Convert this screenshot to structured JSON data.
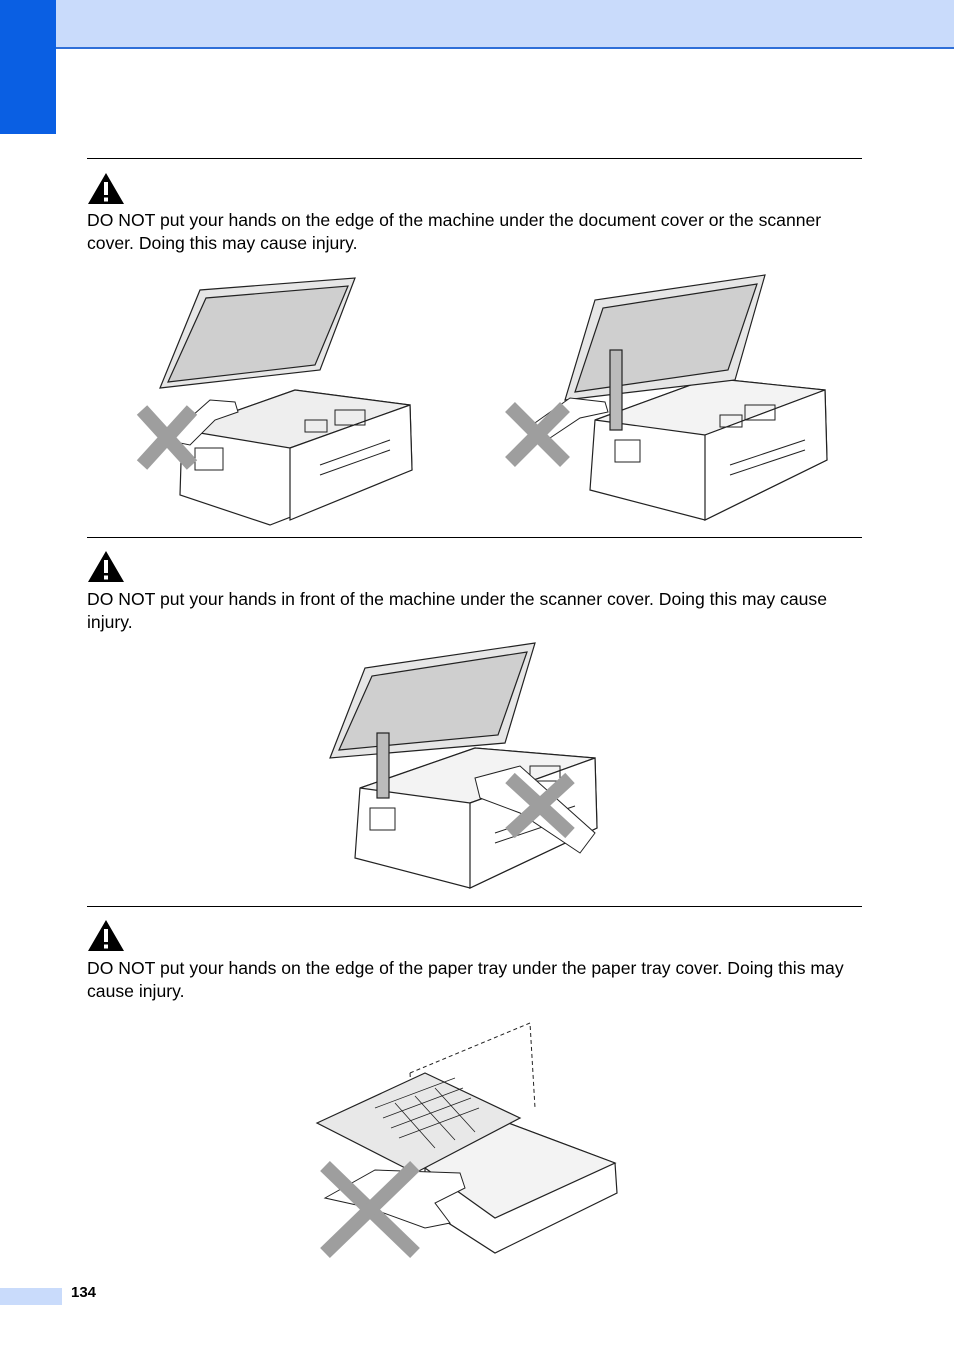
{
  "page": {
    "number": "134",
    "colors": {
      "header": "#c9dbfb",
      "tab": "#0a5fe3",
      "cross": "#9e9e9e"
    }
  },
  "warnings": [
    {
      "icon": "warning-icon",
      "text": "DO NOT put your hands on the edge of the machine under the document cover or the scanner cover. Doing this may cause injury."
    },
    {
      "icon": "warning-icon",
      "text": "DO NOT put your hands in front of the machine under the scanner cover. Doing this may cause injury."
    },
    {
      "icon": "warning-icon",
      "text": "DO NOT put your hands on the edge of the paper tray under the paper tray cover. Doing this may cause injury."
    }
  ]
}
